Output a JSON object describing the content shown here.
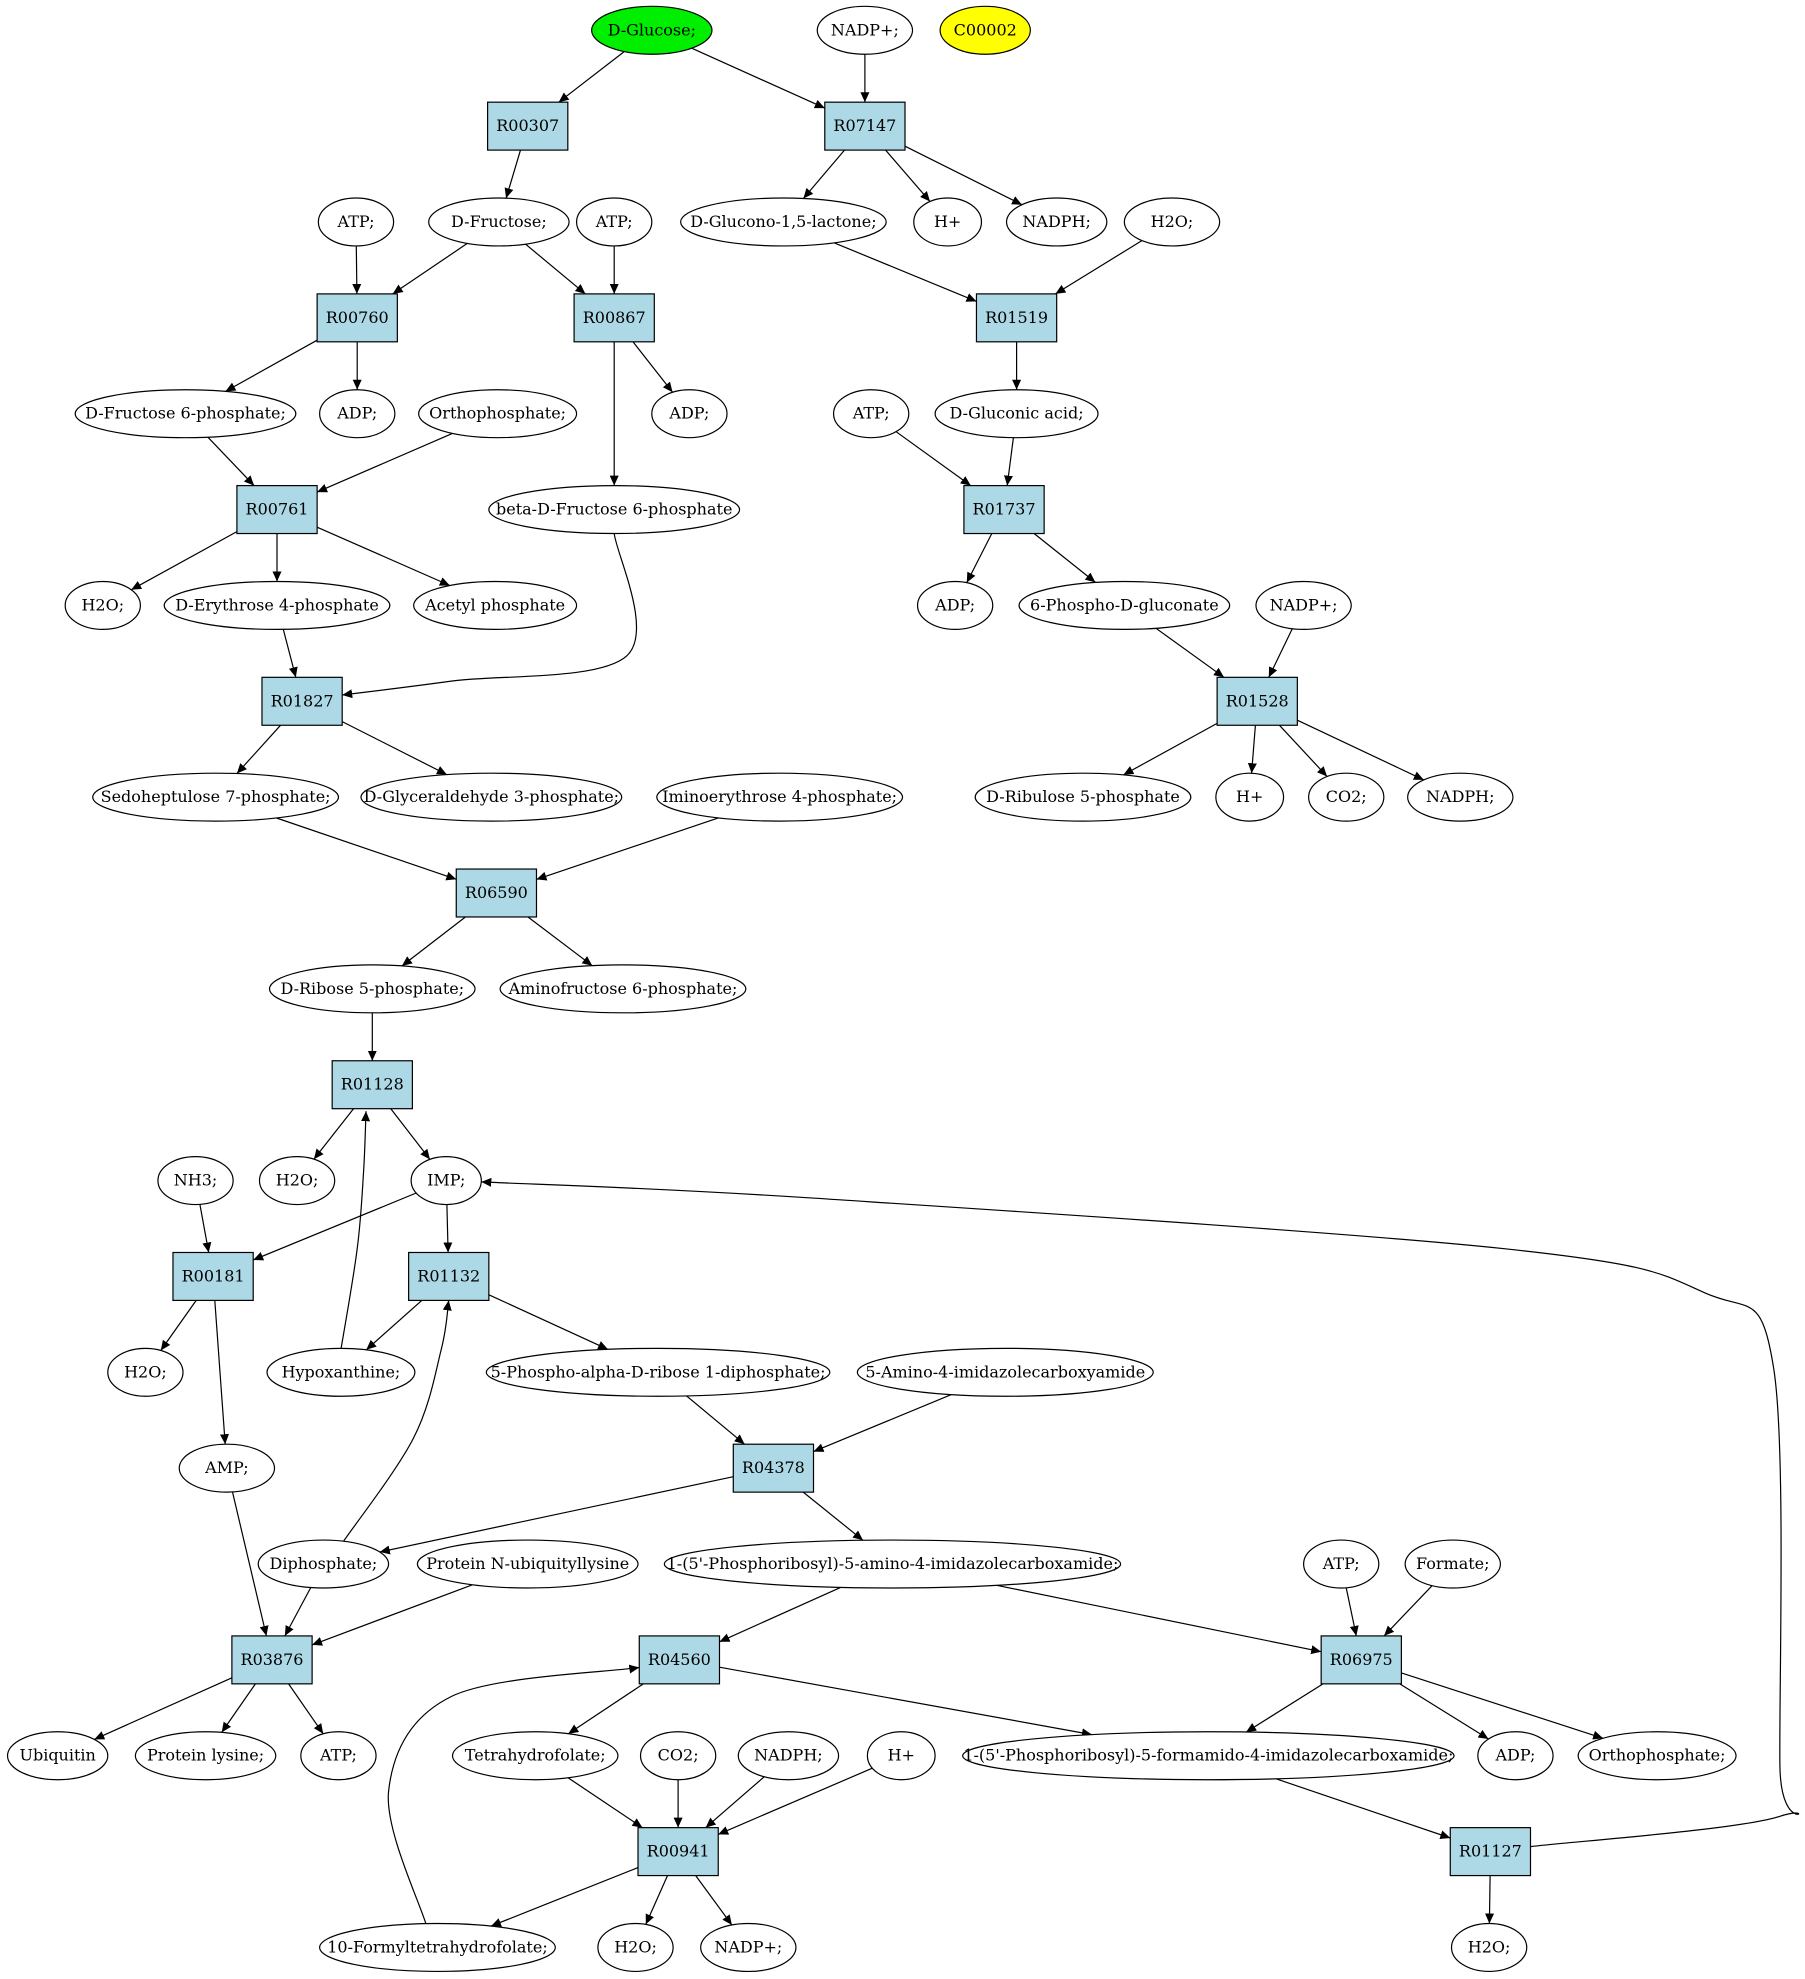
{
  "colors": {
    "reaction_fill": "#add8e6",
    "compound_fill": "#ffffff",
    "start_fill": "#00ee00",
    "target_fill": "#ffff00",
    "stroke": "#000000"
  },
  "compounds": [
    {
      "id": "glucose",
      "label": "D-Glucose;",
      "highlight": "start"
    },
    {
      "id": "nadp1",
      "label": "NADP+;"
    },
    {
      "id": "c00002",
      "label": "C00002",
      "highlight": "target"
    },
    {
      "id": "atp1",
      "label": "ATP;"
    },
    {
      "id": "fructose",
      "label": "D-Fructose;"
    },
    {
      "id": "atp2",
      "label": "ATP;"
    },
    {
      "id": "gluconolactone",
      "label": "D-Glucono-1,5-lactone;"
    },
    {
      "id": "hplus1",
      "label": "H+"
    },
    {
      "id": "nadph1",
      "label": "NADPH;"
    },
    {
      "id": "h2o1",
      "label": "H2O;"
    },
    {
      "id": "f6p",
      "label": "D-Fructose 6-phosphate;"
    },
    {
      "id": "adp1",
      "label": "ADP;"
    },
    {
      "id": "orthophosphate1",
      "label": "Orthophosphate;"
    },
    {
      "id": "adp2",
      "label": "ADP;"
    },
    {
      "id": "atp3",
      "label": "ATP;"
    },
    {
      "id": "gluconic",
      "label": "D-Gluconic acid;"
    },
    {
      "id": "bf6p",
      "label": "beta-D-Fructose 6-phosphate"
    },
    {
      "id": "h2o2",
      "label": "H2O;"
    },
    {
      "id": "e4p",
      "label": "D-Erythrose 4-phosphate"
    },
    {
      "id": "acetylp",
      "label": "Acetyl phosphate"
    },
    {
      "id": "adp3",
      "label": "ADP;"
    },
    {
      "id": "pgluconate",
      "label": "6-Phospho-D-gluconate"
    },
    {
      "id": "nadp2",
      "label": "NADP+;"
    },
    {
      "id": "s7p",
      "label": "Sedoheptulose 7-phosphate;"
    },
    {
      "id": "g3p",
      "label": "D-Glyceraldehyde 3-phosphate;"
    },
    {
      "id": "imino",
      "label": "Iminoerythrose 4-phosphate;"
    },
    {
      "id": "ru5p",
      "label": "D-Ribulose 5-phosphate"
    },
    {
      "id": "hplus2",
      "label": "H+"
    },
    {
      "id": "co2_1",
      "label": "CO2;"
    },
    {
      "id": "nadph2",
      "label": "NADPH;"
    },
    {
      "id": "r5p",
      "label": "D-Ribose 5-phosphate;"
    },
    {
      "id": "aminofructose",
      "label": "Aminofructose 6-phosphate;"
    },
    {
      "id": "nh3",
      "label": "NH3;"
    },
    {
      "id": "h2o3",
      "label": "H2O;"
    },
    {
      "id": "imp",
      "label": "IMP;"
    },
    {
      "id": "h2o4",
      "label": "H2O;"
    },
    {
      "id": "hypoxanthine",
      "label": "Hypoxanthine;"
    },
    {
      "id": "prpp",
      "label": "5-Phospho-alpha-D-ribose 1-diphosphate;"
    },
    {
      "id": "aica",
      "label": "5-Amino-4-imidazolecarboxyamide"
    },
    {
      "id": "amp",
      "label": "AMP;"
    },
    {
      "id": "diphosphate",
      "label": "Diphosphate;"
    },
    {
      "id": "ubiqlys",
      "label": "Protein N-ubiquityllysine"
    },
    {
      "id": "aicar",
      "label": "1-(5'-Phosphoribosyl)-5-amino-4-imidazolecarboxamide;"
    },
    {
      "id": "atp4",
      "label": "ATP;"
    },
    {
      "id": "formate",
      "label": "Formate;"
    },
    {
      "id": "ubiquitin",
      "label": "Ubiquitin"
    },
    {
      "id": "lysine",
      "label": "Protein lysine;"
    },
    {
      "id": "atp5",
      "label": "ATP;"
    },
    {
      "id": "thf",
      "label": "Tetrahydrofolate;"
    },
    {
      "id": "co2_2",
      "label": "CO2;"
    },
    {
      "id": "nadph3",
      "label": "NADPH;"
    },
    {
      "id": "hplus3",
      "label": "H+"
    },
    {
      "id": "faicar",
      "label": "1-(5'-Phosphoribosyl)-5-formamido-4-imidazolecarboxamide;"
    },
    {
      "id": "adp4",
      "label": "ADP;"
    },
    {
      "id": "orthophosphate2",
      "label": "Orthophosphate;"
    },
    {
      "id": "formylthf",
      "label": "10-Formyltetrahydrofolate;"
    },
    {
      "id": "h2o5",
      "label": "H2O;"
    },
    {
      "id": "nadp3",
      "label": "NADP+;"
    },
    {
      "id": "h2o6",
      "label": "H2O;"
    }
  ],
  "reactions": [
    {
      "id": "r00307",
      "label": "R00307"
    },
    {
      "id": "r07147",
      "label": "R07147"
    },
    {
      "id": "r00760",
      "label": "R00760"
    },
    {
      "id": "r00867",
      "label": "R00867"
    },
    {
      "id": "r01519",
      "label": "R01519"
    },
    {
      "id": "r00761",
      "label": "R00761"
    },
    {
      "id": "r01737",
      "label": "R01737"
    },
    {
      "id": "r01827",
      "label": "R01827"
    },
    {
      "id": "r01528",
      "label": "R01528"
    },
    {
      "id": "r06590",
      "label": "R06590"
    },
    {
      "id": "r01128",
      "label": "R01128"
    },
    {
      "id": "r00181",
      "label": "R00181"
    },
    {
      "id": "r01132",
      "label": "R01132"
    },
    {
      "id": "r04378",
      "label": "R04378"
    },
    {
      "id": "r03876",
      "label": "R03876"
    },
    {
      "id": "r04560",
      "label": "R04560"
    },
    {
      "id": "r06975",
      "label": "R06975"
    },
    {
      "id": "r00941",
      "label": "R00941"
    },
    {
      "id": "r01127",
      "label": "R01127"
    }
  ],
  "edges": [
    {
      "from": "glucose",
      "to": "r00307"
    },
    {
      "from": "glucose",
      "to": "r07147"
    },
    {
      "from": "nadp1",
      "to": "r07147"
    },
    {
      "from": "r00307",
      "to": "fructose"
    },
    {
      "from": "r07147",
      "to": "gluconolactone"
    },
    {
      "from": "r07147",
      "to": "hplus1"
    },
    {
      "from": "r07147",
      "to": "nadph1"
    },
    {
      "from": "atp1",
      "to": "r00760"
    },
    {
      "from": "fructose",
      "to": "r00760"
    },
    {
      "from": "fructose",
      "to": "r00867"
    },
    {
      "from": "atp2",
      "to": "r00867"
    },
    {
      "from": "gluconolactone",
      "to": "r01519"
    },
    {
      "from": "h2o1",
      "to": "r01519"
    },
    {
      "from": "r00760",
      "to": "f6p"
    },
    {
      "from": "r00760",
      "to": "adp1"
    },
    {
      "from": "r00867",
      "to": "adp2"
    },
    {
      "from": "r00867",
      "to": "bf6p"
    },
    {
      "from": "r01519",
      "to": "gluconic"
    },
    {
      "from": "f6p",
      "to": "r00761"
    },
    {
      "from": "orthophosphate1",
      "to": "r00761"
    },
    {
      "from": "atp3",
      "to": "r01737"
    },
    {
      "from": "gluconic",
      "to": "r01737"
    },
    {
      "from": "r00761",
      "to": "h2o2"
    },
    {
      "from": "r00761",
      "to": "e4p"
    },
    {
      "from": "r00761",
      "to": "acetylp"
    },
    {
      "from": "r01737",
      "to": "adp3"
    },
    {
      "from": "r01737",
      "to": "pgluconate"
    },
    {
      "from": "e4p",
      "to": "r01827"
    },
    {
      "from": "bf6p",
      "to": "r01827"
    },
    {
      "from": "pgluconate",
      "to": "r01528"
    },
    {
      "from": "nadp2",
      "to": "r01528"
    },
    {
      "from": "r01827",
      "to": "s7p"
    },
    {
      "from": "r01827",
      "to": "g3p"
    },
    {
      "from": "r01528",
      "to": "ru5p"
    },
    {
      "from": "r01528",
      "to": "hplus2"
    },
    {
      "from": "r01528",
      "to": "co2_1"
    },
    {
      "from": "r01528",
      "to": "nadph2"
    },
    {
      "from": "s7p",
      "to": "r06590"
    },
    {
      "from": "imino",
      "to": "r06590"
    },
    {
      "from": "r06590",
      "to": "r5p"
    },
    {
      "from": "r06590",
      "to": "aminofructose"
    },
    {
      "from": "r5p",
      "to": "r01128"
    },
    {
      "from": "r01128",
      "to": "h2o3"
    },
    {
      "from": "r01128",
      "to": "imp"
    },
    {
      "from": "hypoxanthine",
      "to": "r01128"
    },
    {
      "from": "nh3",
      "to": "r00181"
    },
    {
      "from": "imp",
      "to": "r00181"
    },
    {
      "from": "imp",
      "to": "r01132"
    },
    {
      "from": "r00181",
      "to": "h2o4"
    },
    {
      "from": "r00181",
      "to": "amp"
    },
    {
      "from": "r01132",
      "to": "hypoxanthine"
    },
    {
      "from": "r01132",
      "to": "prpp"
    },
    {
      "from": "diphosphate",
      "to": "r01132"
    },
    {
      "from": "prpp",
      "to": "r04378"
    },
    {
      "from": "aica",
      "to": "r04378"
    },
    {
      "from": "r04378",
      "to": "diphosphate"
    },
    {
      "from": "r04378",
      "to": "aicar"
    },
    {
      "from": "amp",
      "to": "r03876"
    },
    {
      "from": "diphosphate",
      "to": "r03876"
    },
    {
      "from": "ubiqlys",
      "to": "r03876"
    },
    {
      "from": "r03876",
      "to": "ubiquitin"
    },
    {
      "from": "r03876",
      "to": "lysine"
    },
    {
      "from": "r03876",
      "to": "atp5"
    },
    {
      "from": "aicar",
      "to": "r04560"
    },
    {
      "from": "aicar",
      "to": "r06975"
    },
    {
      "from": "atp4",
      "to": "r06975"
    },
    {
      "from": "formate",
      "to": "r06975"
    },
    {
      "from": "r04560",
      "to": "thf"
    },
    {
      "from": "r04560",
      "to": "faicar"
    },
    {
      "from": "formylthf",
      "to": "r04560"
    },
    {
      "from": "r06975",
      "to": "faicar"
    },
    {
      "from": "r06975",
      "to": "adp4"
    },
    {
      "from": "r06975",
      "to": "orthophosphate2"
    },
    {
      "from": "thf",
      "to": "r00941"
    },
    {
      "from": "co2_2",
      "to": "r00941"
    },
    {
      "from": "nadph3",
      "to": "r00941"
    },
    {
      "from": "hplus3",
      "to": "r00941"
    },
    {
      "from": "r00941",
      "to": "formylthf"
    },
    {
      "from": "r00941",
      "to": "h2o5"
    },
    {
      "from": "r00941",
      "to": "nadp3"
    },
    {
      "from": "faicar",
      "to": "r01127"
    },
    {
      "from": "r01127",
      "to": "h2o6"
    },
    {
      "from": "r01127",
      "to": "imp"
    }
  ]
}
